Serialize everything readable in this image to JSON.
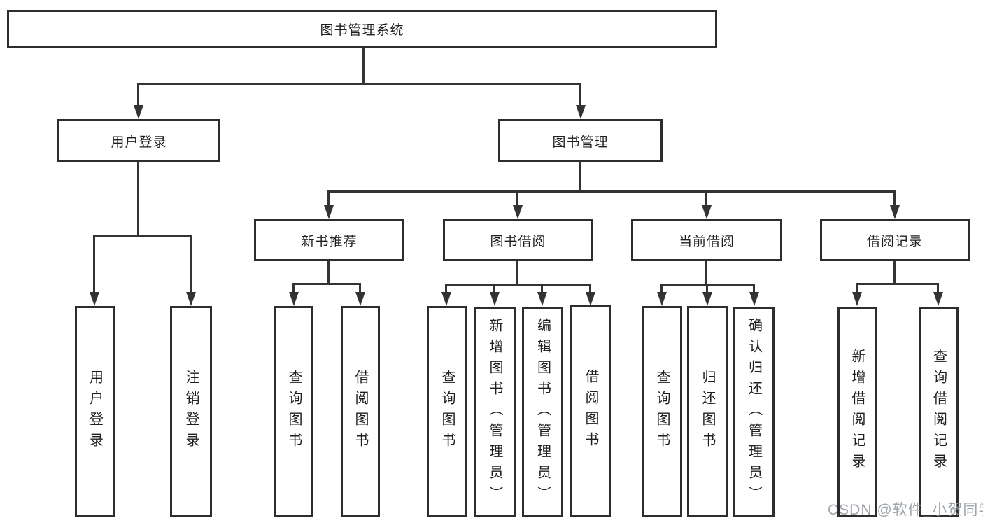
{
  "colors": {
    "line": "#333333",
    "box_border": "#2d2d2d",
    "text": "#1f1f1f",
    "watermark": "#8f959d",
    "background": "#ffffff"
  },
  "nodes": {
    "root": {
      "label": "图书管理系统"
    },
    "user_login": {
      "label": "用户登录"
    },
    "book_mgmt": {
      "label": "图书管理"
    },
    "new_book_rec": {
      "label": "新书推荐"
    },
    "book_borrow": {
      "label": "图书借阅"
    },
    "current_borrow": {
      "label": "当前借阅"
    },
    "borrow_records": {
      "label": "借阅记录"
    },
    "user_login_children": [
      {
        "label": "用户登录"
      },
      {
        "label": "注销登录"
      }
    ],
    "new_book_rec_children": [
      {
        "label": "查询图书"
      },
      {
        "label": "借阅图书"
      }
    ],
    "book_borrow_children": [
      {
        "label": "查询图书"
      },
      {
        "label": "新增图书（管理员）"
      },
      {
        "label": "编辑图书（管理员）"
      },
      {
        "label": "借阅图书"
      }
    ],
    "current_borrow_children": [
      {
        "label": "查询图书"
      },
      {
        "label": "归还图书"
      },
      {
        "label": "确认归还（管理员）"
      }
    ],
    "borrow_records_children": [
      {
        "label": "新增借阅记录"
      },
      {
        "label": "查询借阅记录"
      }
    ]
  },
  "watermark": {
    "label": "CSDN @软件_小贺同学"
  }
}
